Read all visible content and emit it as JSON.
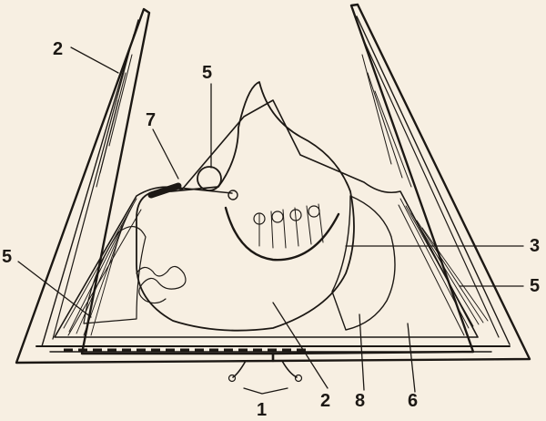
{
  "labels": {
    "l1": "1",
    "l2_top": "2",
    "l2_bottom": "2",
    "l3": "3",
    "l5_top": "5",
    "l5_left": "5",
    "l5_right": "5",
    "l6": "6",
    "l7": "7",
    "l8": "8"
  },
  "colors": {
    "paper": "#f7efe2",
    "ink": "#1c1814"
  }
}
